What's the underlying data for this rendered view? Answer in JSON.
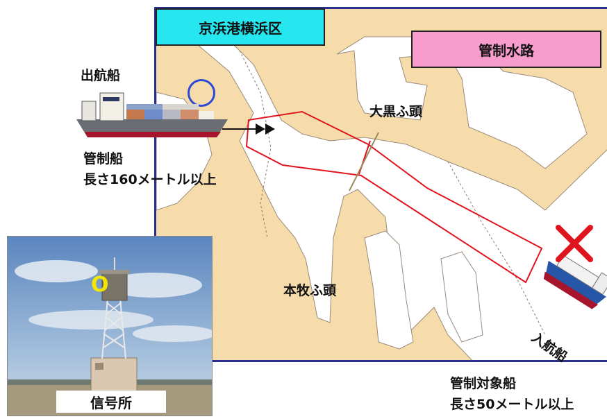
{
  "map": {
    "area_label": "京浜港横浜区",
    "area_label_color": "#26e6f0",
    "channel_label": "管制水路",
    "channel_label_color": "#f79ccd",
    "pier_north": "大黒ふ頭",
    "pier_south": "本牧ふ頭",
    "land_color": "#f6dcaa",
    "water_color": "#ffffff",
    "channel_outline_color": "#e0141e",
    "border_color": "#2a2f8e"
  },
  "outbound": {
    "title": "出航船",
    "controlled_label": "管制船",
    "length_condition": "長さ160メートル以上",
    "signal_symbol": "○"
  },
  "inbound": {
    "title": "入航船",
    "signal_symbol": "×"
  },
  "target": {
    "label": "管制対象船",
    "length_condition": "長さ50メートル以上"
  },
  "photo": {
    "caption": "信号所",
    "signal_letter": "O"
  }
}
